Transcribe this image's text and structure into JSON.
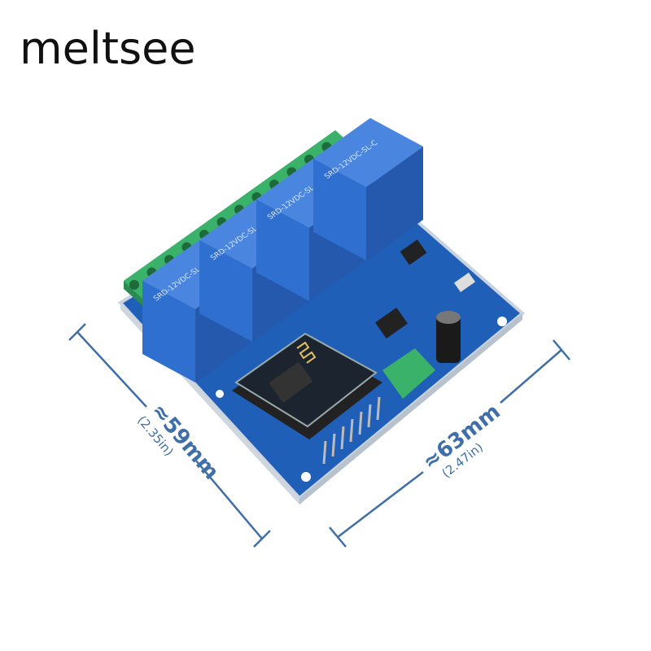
{
  "brand": "meltsee",
  "product": {
    "relay_label": "SRD-12VDC-SL-C",
    "relay_count": 4
  },
  "dimensions": {
    "width": {
      "value": "≈59mm",
      "imperial": "(2.35in)"
    },
    "length": {
      "value": "≈63mm",
      "imperial": "(2.47in)"
    }
  },
  "colors": {
    "pcb": "#1f5fb8",
    "relay": "#2f6fd0",
    "terminal": "#3bb26a",
    "dimension": "#3f6fa8"
  }
}
